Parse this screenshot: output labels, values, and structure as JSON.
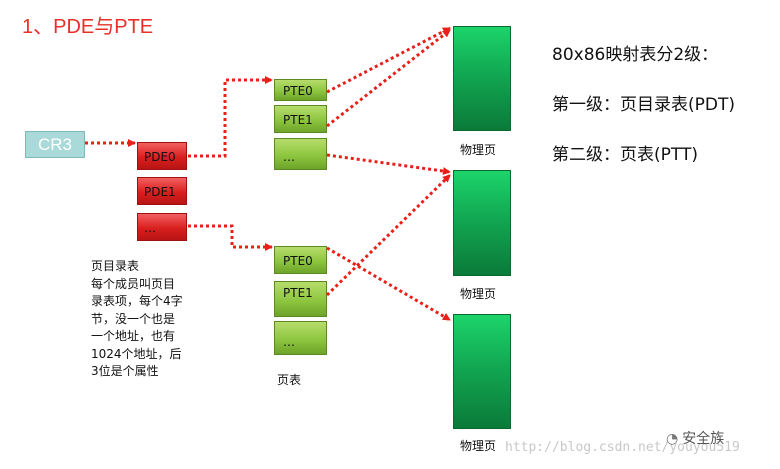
{
  "title": "1、PDE与PTE",
  "cr3": "CR3",
  "pde": [
    "PDE0",
    "PDE1",
    "…"
  ],
  "pte_top": [
    "PTE0",
    "PTE1",
    "…"
  ],
  "pte_bottom": [
    "PTE0",
    "PTE1",
    "…"
  ],
  "physical_page_label": "物理页",
  "page_table_label": "页表",
  "page_dir_note": [
    "页目录表",
    "每个成员叫页目",
    "录表项，每个4字",
    "节，没一个也是",
    "一个地址，也有",
    "1024个地址，后",
    "3位是个属性"
  ],
  "right_text": [
    "80x86映射表分2级：",
    "第一级：页目录表(PDT)",
    "第二级：页表(PTT)"
  ],
  "watermark": "http://blog.csdn.net/youyou519",
  "brand": "安全族",
  "colors": {
    "arrow": "#e8201a",
    "pde": "#d91f1f",
    "pte": "#8dc63f",
    "phys": "#12a852",
    "cr3": "#a9d9d8"
  }
}
